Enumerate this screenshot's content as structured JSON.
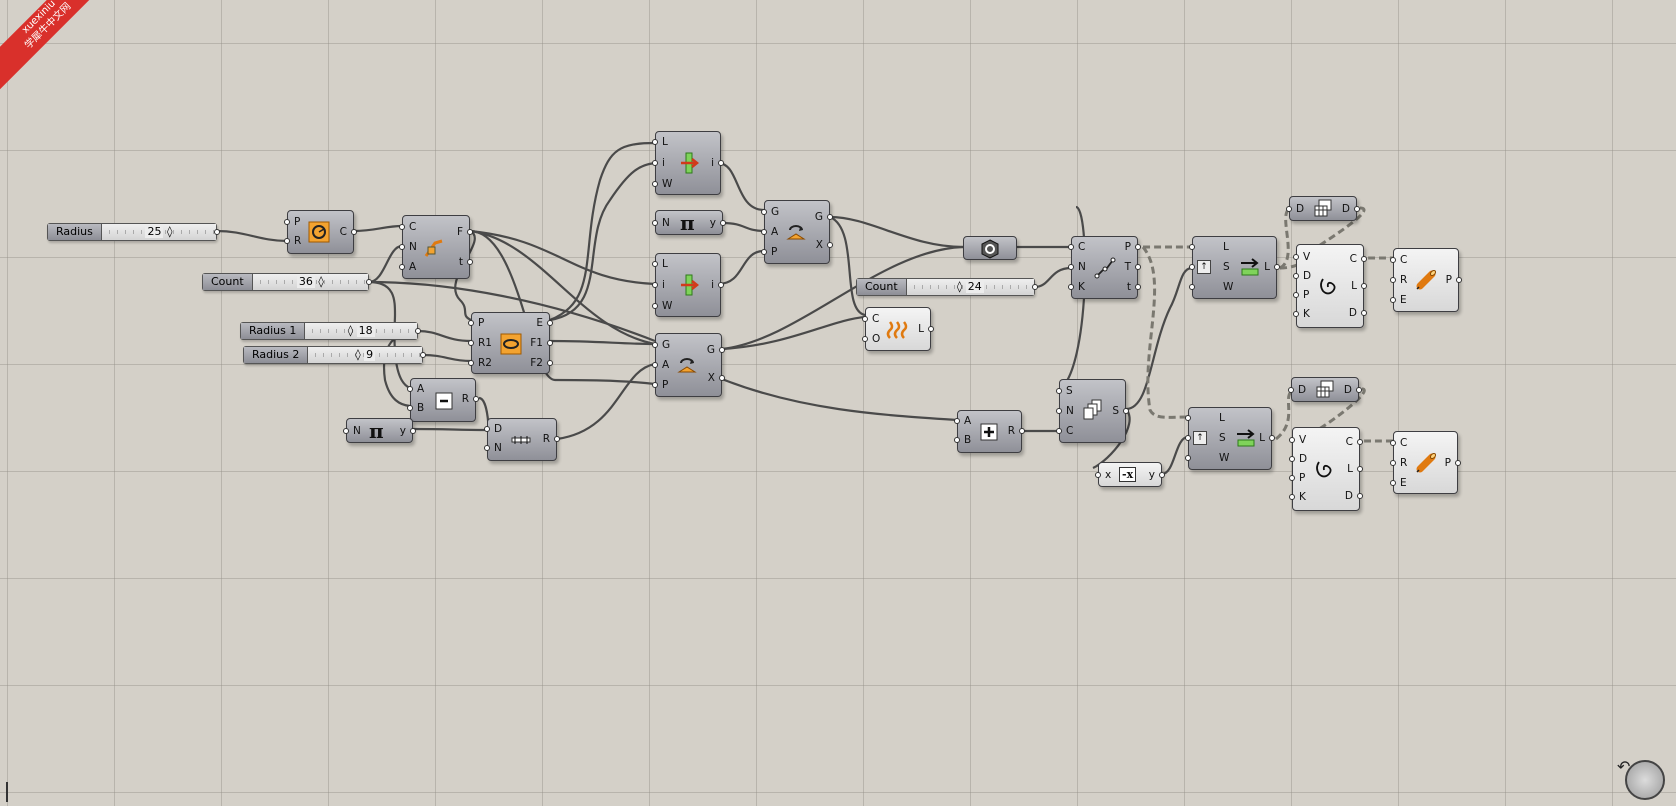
{
  "watermark": {
    "line1": "xuexiniu",
    "line2": "学犀牛中文网"
  },
  "sliders": [
    {
      "label": "Radius",
      "value": "25"
    },
    {
      "label": "Count",
      "value": "36"
    },
    {
      "label": "Radius 1",
      "value": "18"
    },
    {
      "label": "Radius 2",
      "value": "9"
    },
    {
      "label": "Count",
      "value": "24"
    }
  ],
  "components": {
    "circle": {
      "inputs": [
        "P",
        "R"
      ],
      "outputs": [
        "C"
      ]
    },
    "divide": {
      "inputs": [
        "C",
        "N",
        "A"
      ],
      "outputs": [
        "F",
        "t"
      ]
    },
    "subtract": {
      "inputs": [
        "A",
        "B"
      ],
      "outputs": [
        "R"
      ]
    },
    "pi1": {
      "inputs": [
        "N"
      ],
      "outputs": [
        "y"
      ],
      "symbol": "π"
    },
    "ellipse": {
      "inputs": [
        "P",
        "R1",
        "R2"
      ],
      "outputs": [
        "E",
        "F1",
        "F2"
      ]
    },
    "range": {
      "inputs": [
        "D",
        "N"
      ],
      "outputs": [
        "R"
      ]
    },
    "list1": {
      "inputs": [
        "L",
        "i",
        "W"
      ],
      "outputs": [
        "i"
      ]
    },
    "pi2": {
      "inputs": [
        "N"
      ],
      "outputs": [
        "y"
      ],
      "symbol": "π"
    },
    "list2": {
      "inputs": [
        "L",
        "i",
        "W"
      ],
      "outputs": [
        "i"
      ]
    },
    "rotate1": {
      "inputs": [
        "G",
        "A",
        "P"
      ],
      "outputs": [
        "G",
        "X"
      ]
    },
    "rotate2": {
      "inputs": [
        "G",
        "A",
        "P"
      ],
      "outputs": [
        "G",
        "X"
      ]
    },
    "hex": {
      "inputs": [],
      "outputs": []
    },
    "weave": {
      "inputs": [
        "C",
        "O"
      ],
      "outputs": [
        "L"
      ]
    },
    "add": {
      "inputs": [
        "A",
        "B"
      ],
      "outputs": [
        "R"
      ]
    },
    "series": {
      "inputs": [
        "S",
        "N",
        "C"
      ],
      "outputs": [
        "S"
      ]
    },
    "negative": {
      "inputs": [
        "x"
      ],
      "outputs": [
        "y"
      ],
      "symbol": "-x"
    },
    "curvediv": {
      "inputs": [
        "C",
        "N",
        "K"
      ],
      "outputs": [
        "P",
        "T",
        "t"
      ]
    },
    "shift1": {
      "inputs": [
        "L",
        "S",
        "W"
      ],
      "outputs": [
        "L"
      ]
    },
    "shift2": {
      "inputs": [
        "L",
        "S",
        "W"
      ],
      "outputs": [
        "L"
      ]
    },
    "dup1": {
      "inputs": [
        "D"
      ],
      "outputs": [
        "D"
      ]
    },
    "dup2": {
      "inputs": [
        "D"
      ],
      "outputs": [
        "D"
      ]
    },
    "nurbs1": {
      "inputs": [
        "V",
        "D",
        "P",
        "K"
      ],
      "outputs": [
        "C",
        "L",
        "D"
      ]
    },
    "nurbs2": {
      "inputs": [
        "V",
        "D",
        "P",
        "K"
      ],
      "outputs": [
        "C",
        "L",
        "D"
      ]
    },
    "pipe1": {
      "inputs": [
        "C",
        "R",
        "E"
      ],
      "outputs": [
        "P"
      ]
    },
    "pipe2": {
      "inputs": [
        "C",
        "R",
        "E"
      ],
      "outputs": [
        "P"
      ]
    }
  }
}
